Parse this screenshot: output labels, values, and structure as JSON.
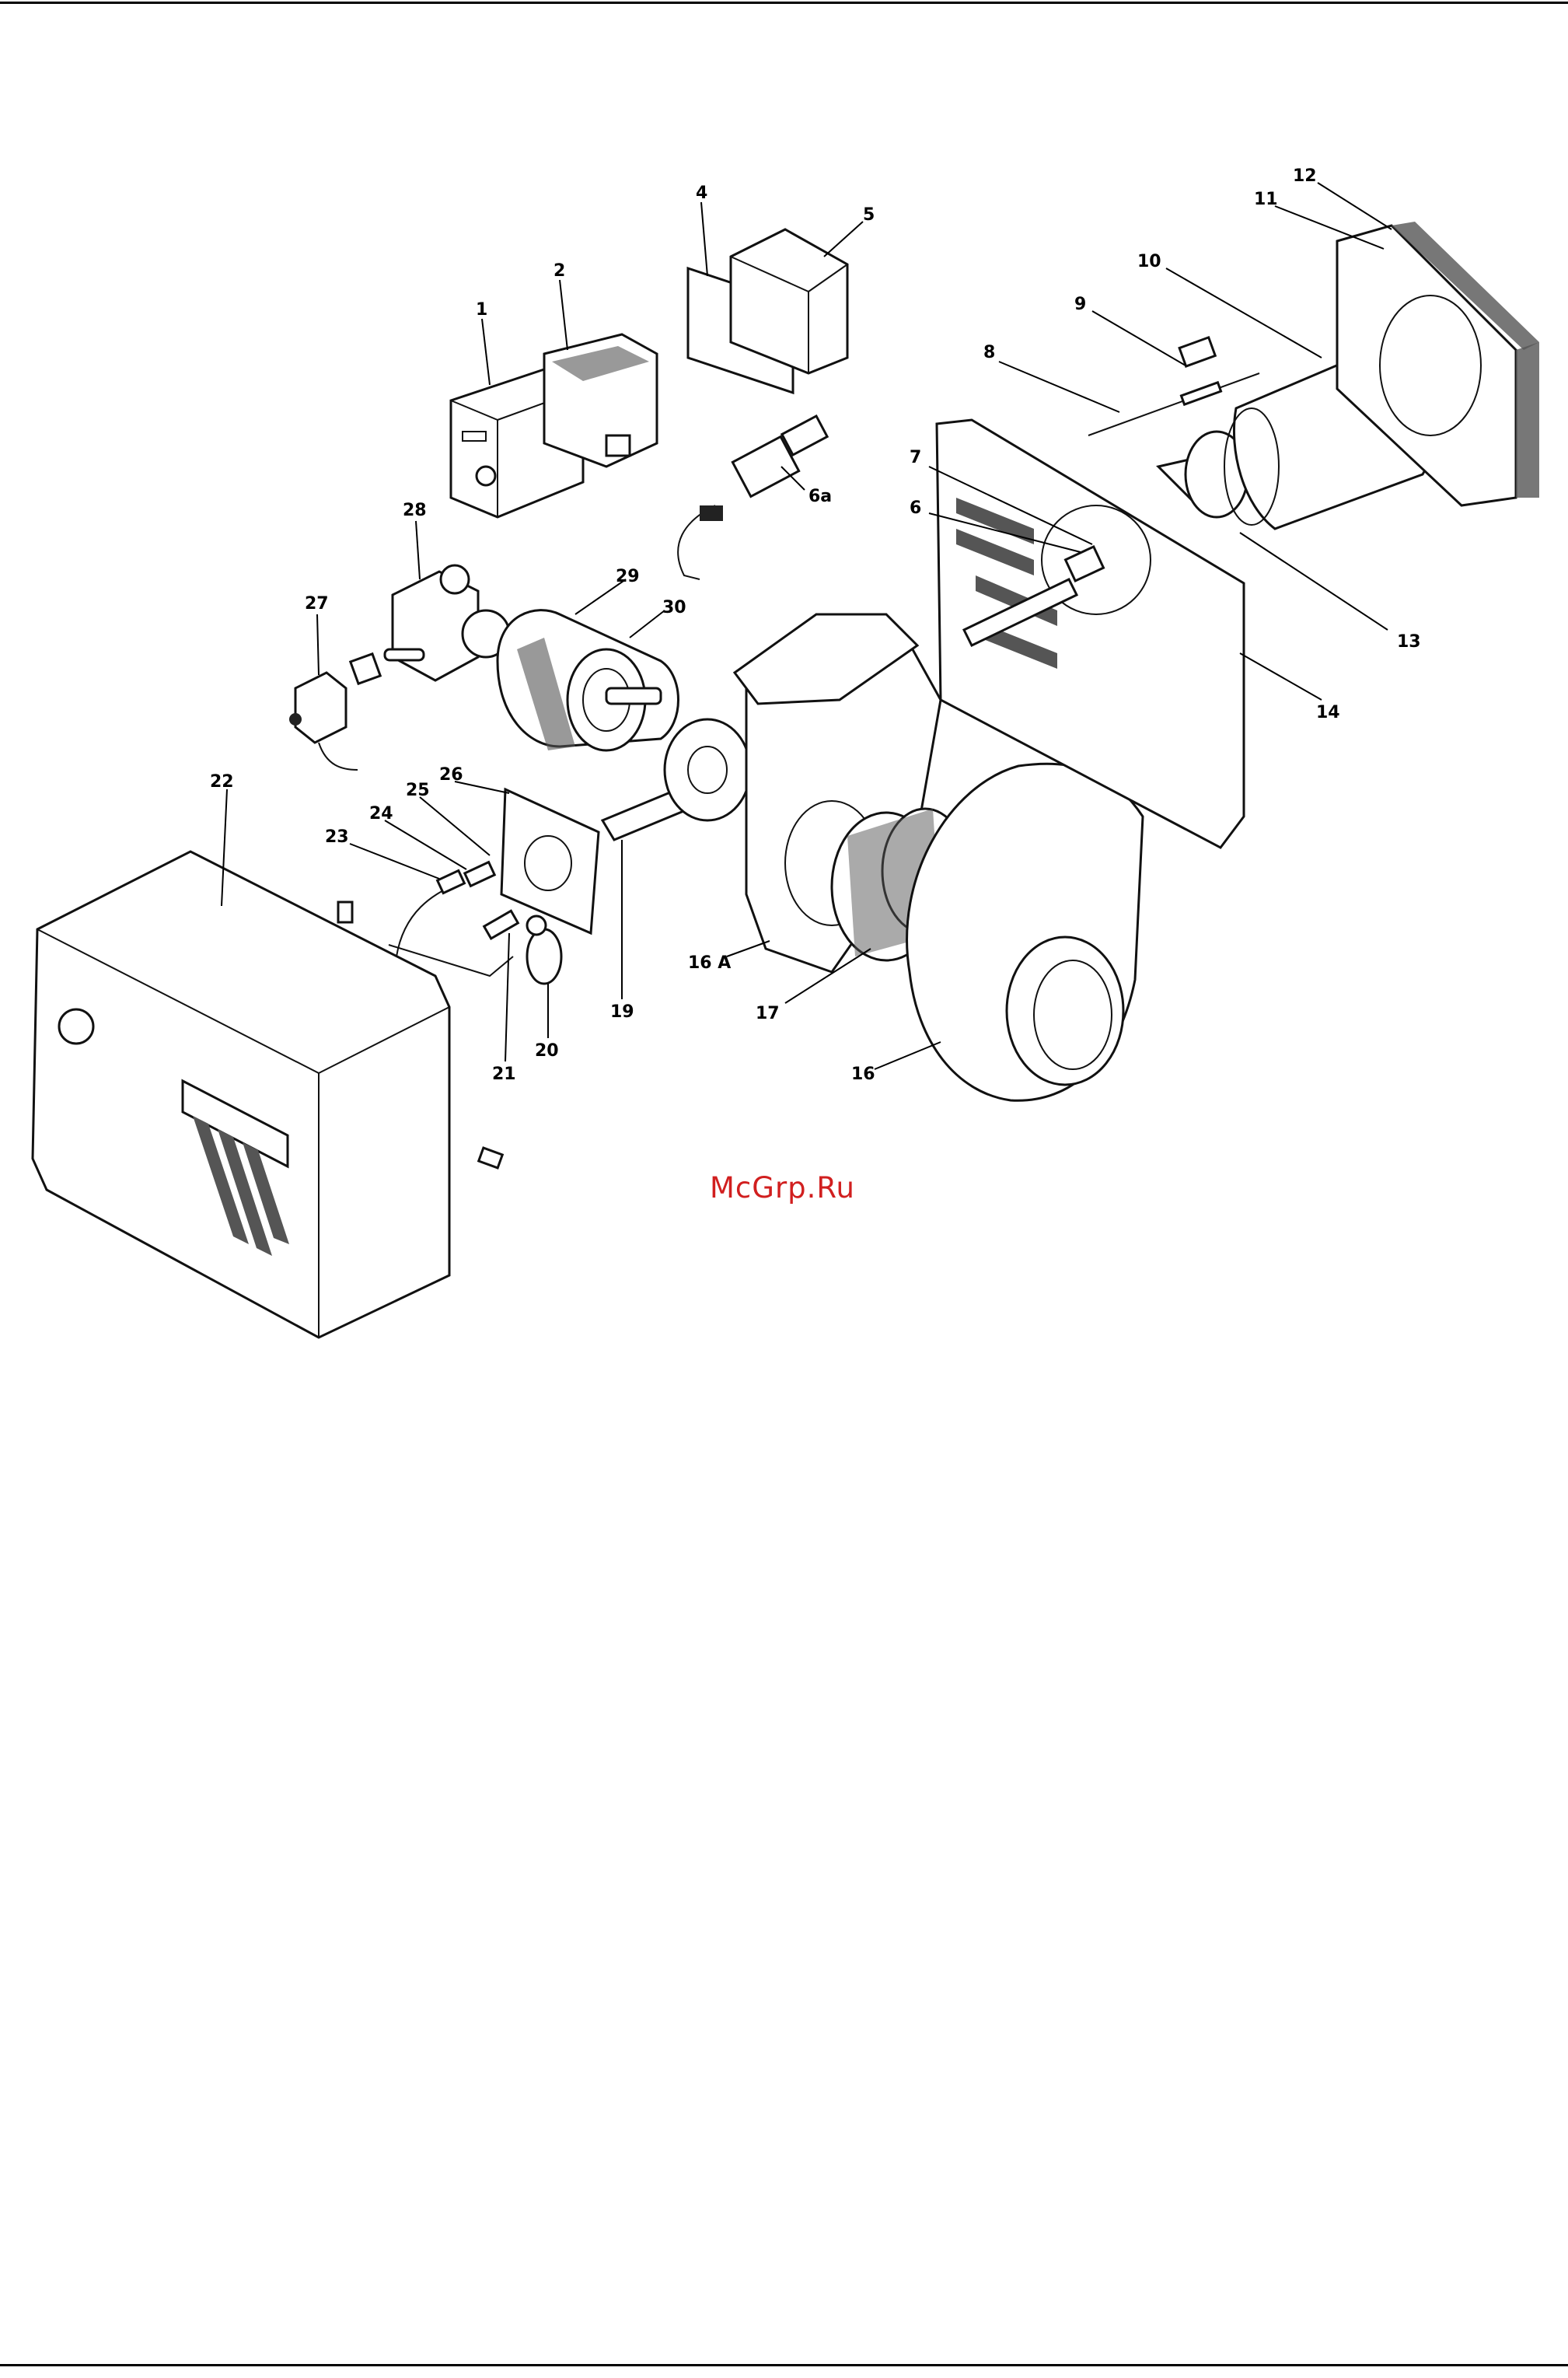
{
  "callouts": {
    "n1": "1",
    "n2": "2",
    "n4": "4",
    "n5": "5",
    "n6": "6",
    "n6a": "6a",
    "n7": "7",
    "n8": "8",
    "n9": "9",
    "n10": "10",
    "n11": "11",
    "n12": "12",
    "n13": "13",
    "n14": "14",
    "n16": "16",
    "n16a": "16 A",
    "n17": "17",
    "n19": "19",
    "n20": "20",
    "n21": "21",
    "n22": "22",
    "n23": "23",
    "n24": "24",
    "n25": "25",
    "n26": "26",
    "n27": "27",
    "n28": "28",
    "n29": "29",
    "n30": "30"
  },
  "watermark": "McGrp.Ru"
}
